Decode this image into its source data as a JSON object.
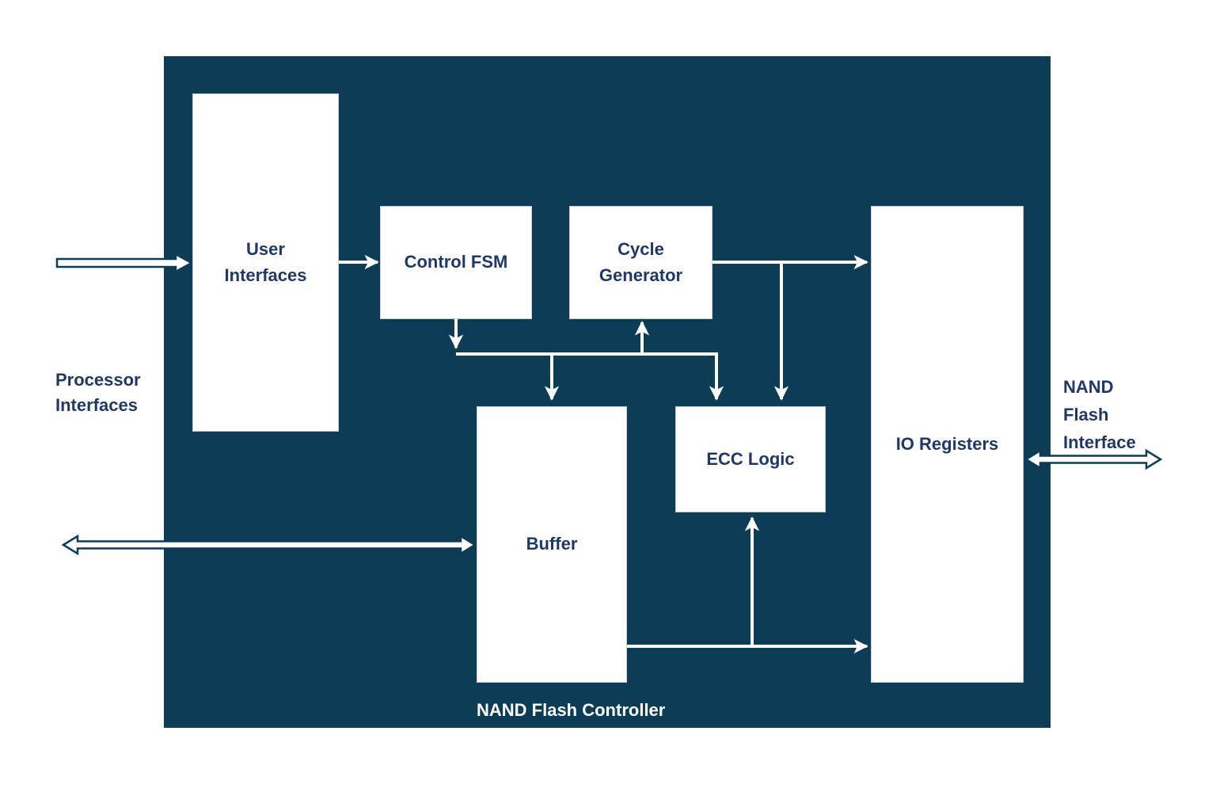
{
  "diagram": {
    "type": "block-diagram",
    "container": {
      "label": "NAND Flash Controller"
    },
    "blocks": [
      {
        "id": "user-interfaces",
        "label": "User Interfaces"
      },
      {
        "id": "control-fsm",
        "label": "Control FSM"
      },
      {
        "id": "cycle-generator",
        "label": "Cycle Generator"
      },
      {
        "id": "ecc-logic",
        "label": "ECC Logic"
      },
      {
        "id": "buffer",
        "label": "Buffer"
      },
      {
        "id": "io-registers",
        "label": "IO Registers"
      }
    ],
    "external_labels": [
      {
        "id": "processor-interfaces",
        "label": "Processor Interfaces"
      },
      {
        "id": "nand-flash-interface",
        "label": "NAND Flash Interface"
      }
    ],
    "connections": [
      {
        "from": "Processor Interfaces",
        "to": "User Interfaces",
        "style": "hollow-block-arrow",
        "direction": "one-way"
      },
      {
        "from": "User Interfaces",
        "to": "Control FSM",
        "style": "line-arrow",
        "direction": "one-way"
      },
      {
        "from": "Control FSM",
        "to": "Buffer",
        "style": "line-arrow",
        "direction": "one-way"
      },
      {
        "from": "Control FSM",
        "to": "Cycle Generator",
        "style": "line-arrow",
        "direction": "one-way"
      },
      {
        "from": "Control FSM",
        "to": "ECC Logic",
        "style": "line-arrow",
        "direction": "one-way"
      },
      {
        "from": "Cycle Generator",
        "to": "IO Registers",
        "style": "line-arrow",
        "direction": "one-way"
      },
      {
        "from": "Cycle Generator",
        "to": "ECC Logic",
        "style": "line-arrow",
        "direction": "one-way"
      },
      {
        "from": "Processor Interfaces",
        "to": "Buffer",
        "style": "hollow-block-arrow",
        "direction": "bidirectional"
      },
      {
        "from": "Buffer",
        "to": "IO Registers",
        "style": "line-arrow",
        "direction": "one-way"
      },
      {
        "from": "Buffer",
        "to": "ECC Logic",
        "style": "line-arrow",
        "direction": "one-way"
      },
      {
        "from": "IO Registers",
        "to": "NAND Flash Interface",
        "style": "hollow-block-arrow",
        "direction": "bidirectional"
      }
    ],
    "colors": {
      "container_fill": "#0d3c55",
      "block_fill": "#ffffff",
      "block_text": "#1f3864",
      "external_label_text": "#1f3864",
      "container_label_text": "#ffffff",
      "connector": "#ffffff",
      "hollow_arrow_outline": "#0d3c55",
      "page_background": "#ffffff"
    }
  }
}
